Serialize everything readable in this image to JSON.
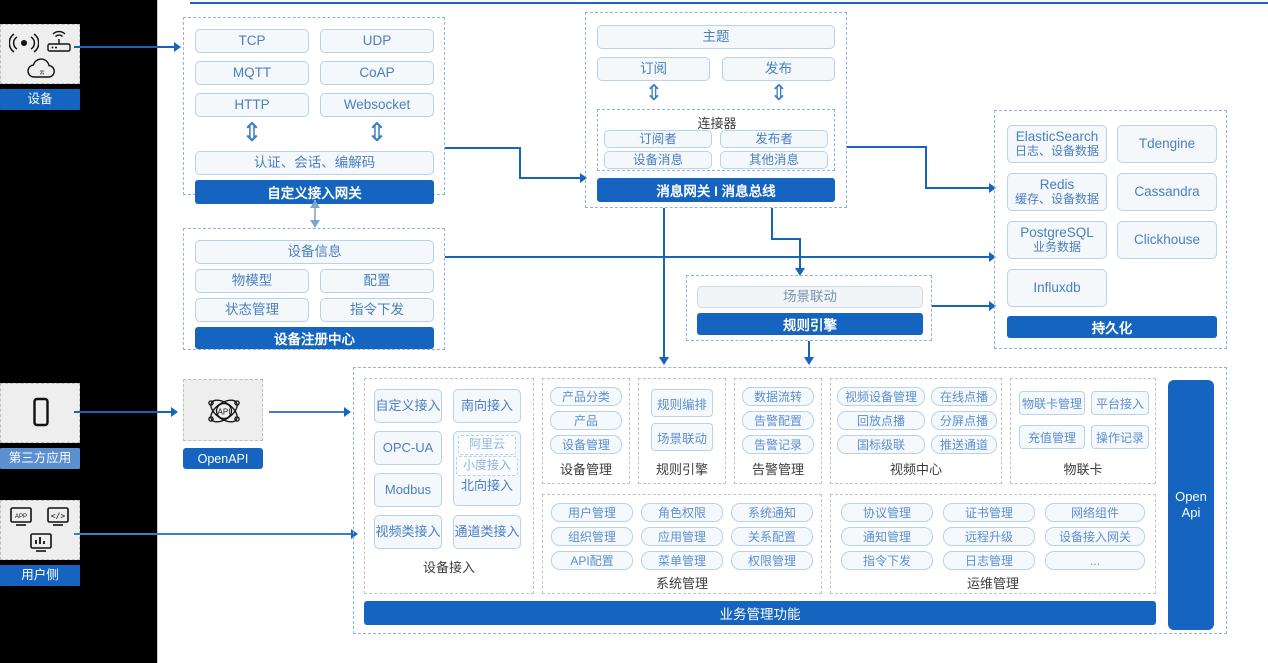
{
  "sidebar": {
    "groups": [
      {
        "label": "设备",
        "icons": [
          "signal-icon",
          "router-icon",
          "cloud-icon"
        ],
        "style": "dark"
      },
      {
        "label": "第三方应用",
        "icons": [
          "mobile-phone-icon"
        ],
        "style": "light"
      },
      {
        "label": "用户侧",
        "icons": [
          "app-window-icon",
          "code-window-icon",
          "dashboard-icon"
        ],
        "style": "dark"
      }
    ]
  },
  "colors": {
    "accent": "#1565c0",
    "accent_light": "#5b8fd0",
    "box_border": "#b7d2ea",
    "box_fill": "#f4f8fb",
    "group_border": "#8fb4dd",
    "rail_bg": "#000000"
  },
  "access_gateway": {
    "protocols": [
      "TCP",
      "UDP",
      "MQTT",
      "CoAP",
      "HTTP",
      "Websocket"
    ],
    "middle": "认证、会话、编解码",
    "bar": "自定义接入网关"
  },
  "message_gateway": {
    "topic": "主题",
    "subscribe": "订阅",
    "publish": "发布",
    "connector": {
      "title": "连接器",
      "items": [
        "订阅者",
        "发布者",
        "设备消息",
        "其他消息"
      ]
    },
    "bar": "消息网关 I 消息总线"
  },
  "device_registry": {
    "header": "设备信息",
    "items": [
      "物模型",
      "配置",
      "状态管理",
      "指令下发"
    ],
    "bar": "设备注册中心"
  },
  "rule_engine": {
    "item": "场景联动",
    "bar": "规则引擎"
  },
  "persistence": {
    "stores": [
      {
        "name": "ElasticSearch",
        "desc": "日志、设备数据"
      },
      {
        "name": "Tdengine",
        "desc": ""
      },
      {
        "name": "Redis",
        "desc": "缓存、设备数据"
      },
      {
        "name": "Cassandra",
        "desc": ""
      },
      {
        "name": "PostgreSQL",
        "desc": "业务数据"
      },
      {
        "name": "Clickhouse",
        "desc": ""
      },
      {
        "name": "Influxdb",
        "desc": ""
      }
    ],
    "bar": "持久化"
  },
  "openapi": {
    "icon": "api-atom-icon",
    "label": "OpenAPI",
    "rail_label": "Open Api"
  },
  "business": {
    "bar": "业务管理功能",
    "device_access": {
      "caption": "设备接入",
      "left": [
        "自定义接入",
        "OPC-UA",
        "Modbus",
        "视频类接入"
      ],
      "right_top": "南向接入",
      "north": {
        "label": "北向接入",
        "nested": [
          "阿里云",
          "小度接入"
        ]
      },
      "right_bottom": "通道类接入"
    },
    "columns": [
      {
        "caption": "设备管理",
        "items": [
          "产品分类",
          "产品",
          "设备管理"
        ]
      },
      {
        "caption": "规则引擎",
        "items": [
          "规则编排",
          "场景联动"
        ]
      },
      {
        "caption": "告警管理",
        "items": [
          "数据流转",
          "告警配置",
          "告警记录"
        ]
      }
    ],
    "video": {
      "caption": "视频中心",
      "items": [
        "视频设备管理",
        "在线点播",
        "回放点播",
        "分屏点播",
        "国标级联",
        "推送通道"
      ]
    },
    "iotcard": {
      "caption": "物联卡",
      "items": [
        "物联卡管理",
        "平台接入",
        "充值管理",
        "操作记录"
      ]
    },
    "system": {
      "caption": "系统管理",
      "items": [
        "用户管理",
        "角色权限",
        "系统通知",
        "组织管理",
        "应用管理",
        "关系配置",
        "API配置",
        "菜单管理",
        "权限管理"
      ]
    },
    "ops": {
      "caption": "运维管理",
      "items": [
        "协议管理",
        "证书管理",
        "网络组件",
        "通知管理",
        "远程升级",
        "设备接入网关",
        "指令下发",
        "日志管理",
        "..."
      ]
    }
  }
}
